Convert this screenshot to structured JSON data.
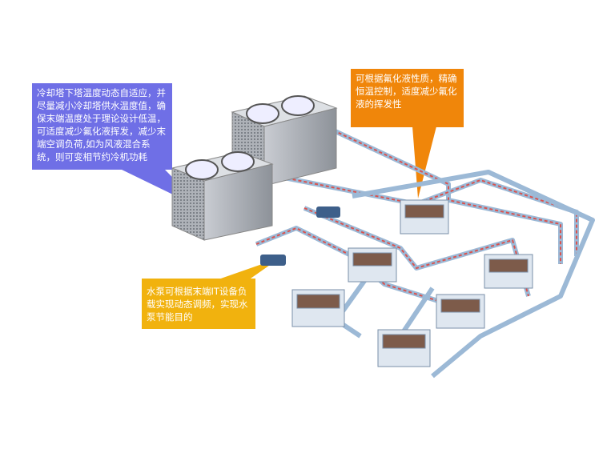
{
  "callouts": {
    "cooling_tower": "冷却塔下塔温度动态自适应，并尽量减小冷却塔供水温度值，确保末端温度处于理论设计低温，可适度减少氟化液挥发，减少末端空调负荷,如为风液混合系统，则可变相节约冷机功耗",
    "fluorinated_liquid": "可根据氟化液性质，精确恒温控制，适度减少氟化液的挥发性",
    "water_pump": "水泵可根据末端IT设备负载实现动态调频，实现水泵节能目的"
  },
  "colors": {
    "blue": "#6f6fe6",
    "orange": "#f0860a",
    "yellow": "#f1b20e",
    "pipe_supply": "#d9534f",
    "pipe_return": "#8fb3d9"
  }
}
